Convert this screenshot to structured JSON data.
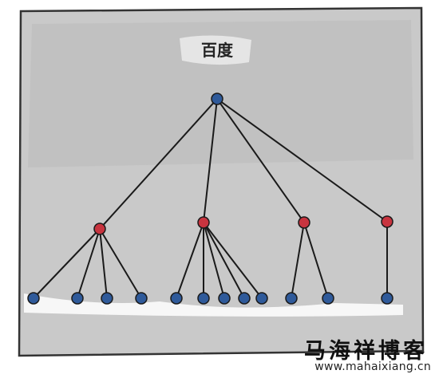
{
  "diagram": {
    "title": "百度",
    "colors": {
      "root": "#2f5a9a",
      "level1": "#c8343f",
      "leaf": "#2f5a9a",
      "edge": "#1a1a1a",
      "background": "#c9c9c9",
      "frame": "#333333"
    },
    "root": {
      "id": "root"
    },
    "level1": [
      {
        "id": "a",
        "leaves": 4
      },
      {
        "id": "b",
        "leaves": 5
      },
      {
        "id": "c",
        "leaves": 2
      },
      {
        "id": "d",
        "leaves": 1
      }
    ]
  },
  "watermark": {
    "name": "马海祥博客",
    "url": "www.mahaixiang.cn"
  }
}
